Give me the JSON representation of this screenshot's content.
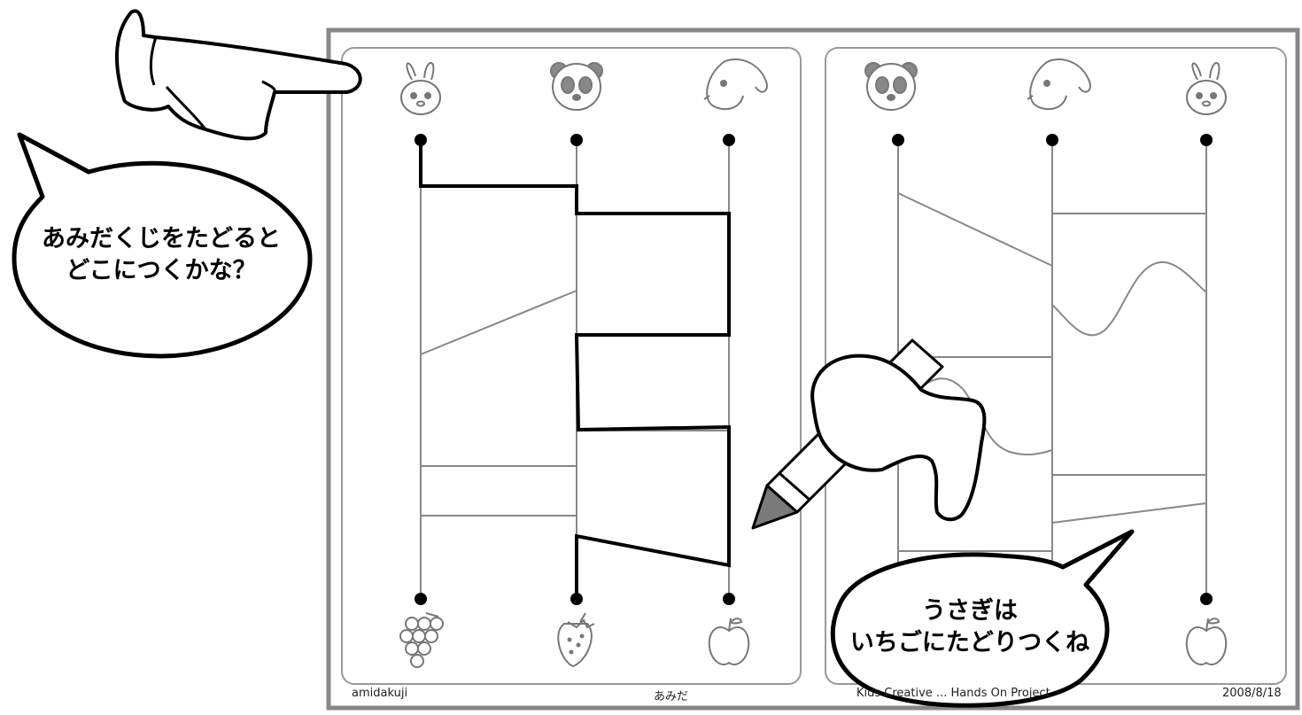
{
  "bubbles": {
    "left_line1": "あみだくじをたどると",
    "left_line2": "どこにつくかな？",
    "right_line1": "うさぎは",
    "right_line2": "いちごにたどりつくね"
  },
  "footer": {
    "left": "amidakuji",
    "title": "あみだ",
    "credit": "Kids Creative ... Hands On Project",
    "date": "2008/8/18"
  },
  "icons": {
    "left_panel_top": [
      "rabbit-icon",
      "panda-icon",
      "dog-icon"
    ],
    "left_panel_bottom": [
      "grapes-icon",
      "strawberry-icon",
      "apple-icon"
    ],
    "right_panel_top": [
      "panda-icon",
      "dog-icon",
      "rabbit-icon"
    ],
    "right_panel_bottom": [
      "apple-icon"
    ]
  },
  "colors": {
    "frame": "#888888",
    "ladder_line": "#8a8a8a",
    "traced_path": "#000000",
    "pen_tip": "#7a7a7a"
  }
}
